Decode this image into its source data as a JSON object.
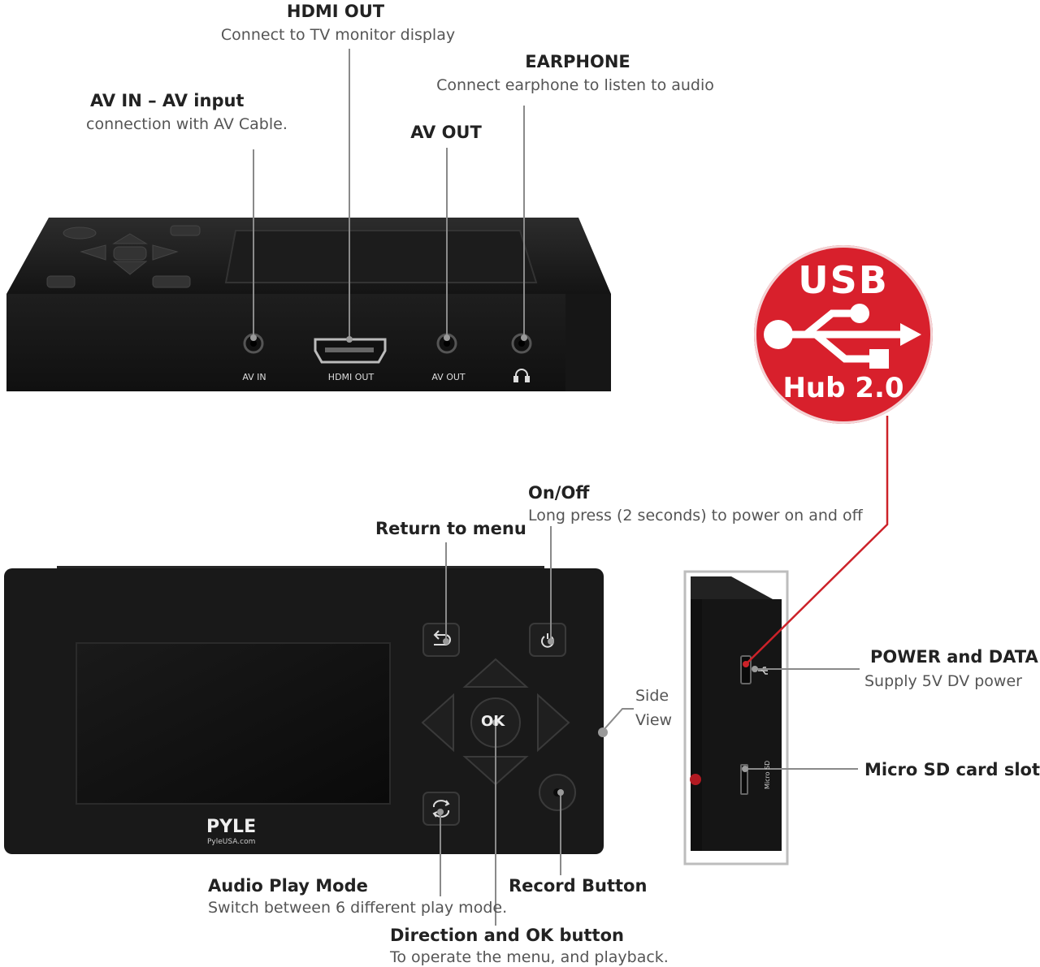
{
  "labels": {
    "hdmi_out": {
      "title": "HDMI OUT",
      "desc": "Connect to TV monitor display"
    },
    "earphone": {
      "title": "EARPHONE",
      "desc": "Connect earphone to listen to audio"
    },
    "av_in": {
      "title": "AV IN – AV input",
      "desc": "connection with AV Cable."
    },
    "av_out": {
      "title": "AV OUT"
    },
    "on_off": {
      "title": "On/Off",
      "desc": "Long press (2 seconds) to power on and off"
    },
    "return_menu": {
      "title": "Return to menu"
    },
    "side_view": {
      "line1": "Side",
      "line2": "View"
    },
    "power_data": {
      "title": "POWER and DATA",
      "desc": "Supply 5V DV power"
    },
    "micro_sd": {
      "title": "Micro SD card slot"
    },
    "audio_play": {
      "title": "Audio Play Mode",
      "desc": "Switch between 6 different play mode."
    },
    "record": {
      "title": "Record Button"
    },
    "direction_ok": {
      "title": "Direction and OK button",
      "desc": "To operate the menu, and playback."
    }
  },
  "port_labels": {
    "av_in": "AV IN",
    "hdmi_out": "HDMI OUT",
    "av_out": "AV OUT"
  },
  "usb_badge": {
    "top": "USB",
    "bottom": "Hub 2.0",
    "color": "#d8202c"
  },
  "brand": {
    "name": "PYLE",
    "url": "PyleUSA.com"
  },
  "ok_label": "OK",
  "micro_sd_label": "Micro SD",
  "icons": [
    "headphone-icon",
    "return-icon",
    "power-icon",
    "repeat-icon",
    "usb-icon"
  ],
  "colors": {
    "callout_line": "#888888",
    "usb_line": "#cc2229",
    "device": "#1b1b1b"
  }
}
